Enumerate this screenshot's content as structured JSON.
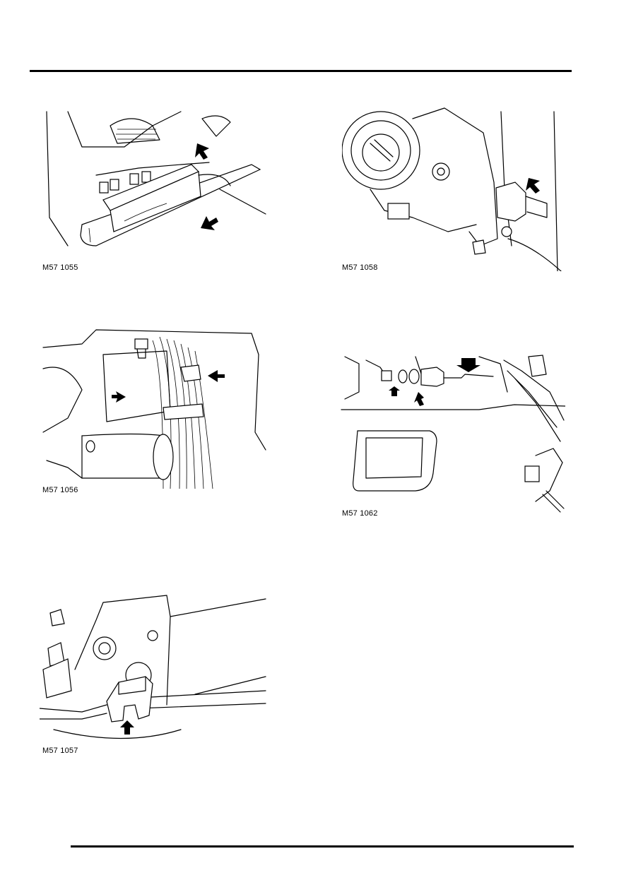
{
  "figures": [
    {
      "id": "fig1",
      "caption": "M57 1055",
      "icon": "glovebox-removal-illustration"
    },
    {
      "id": "fig2",
      "caption": "M57 1058",
      "icon": "ignition-switch-connector-illustration"
    },
    {
      "id": "fig3",
      "caption": "M57 1056",
      "icon": "harness-cable-ties-illustration"
    },
    {
      "id": "fig4",
      "caption": "M57 1062",
      "icon": "bolt-washers-illustration"
    },
    {
      "id": "fig5",
      "caption": "M57 1057",
      "icon": "harness-clip-illustration"
    }
  ]
}
